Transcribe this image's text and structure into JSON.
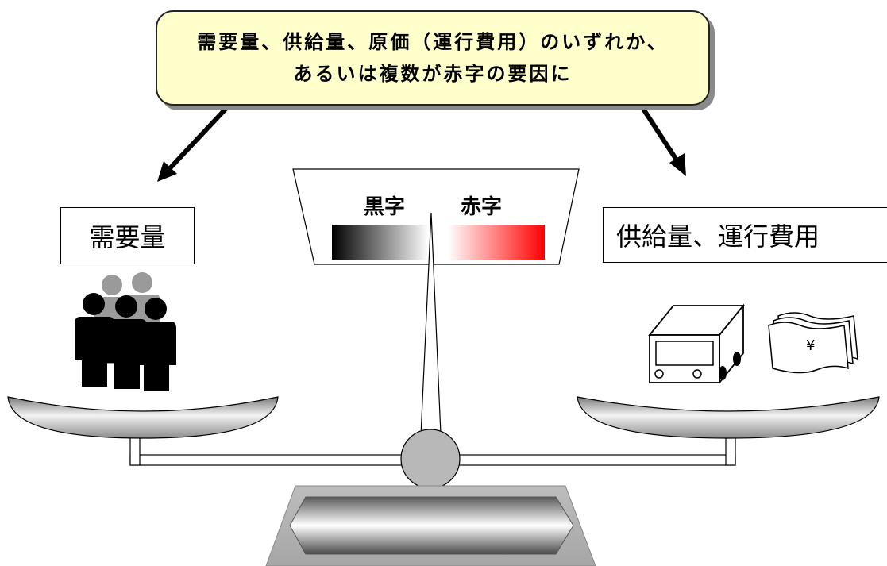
{
  "callout": {
    "line1": "需要量、供給量、原価（運行費用）のいずれか、",
    "line2": "あるいは複数が赤字の要因に"
  },
  "left_pan": {
    "label": "需要量"
  },
  "right_pan": {
    "label": "供給量、運行費用"
  },
  "meter": {
    "black_label": "黒字",
    "red_label": "赤字"
  },
  "money": {
    "symbol": "¥"
  },
  "colors": {
    "callout_fill": "#ffffcc",
    "red": "#ff0000",
    "black": "#000000"
  }
}
